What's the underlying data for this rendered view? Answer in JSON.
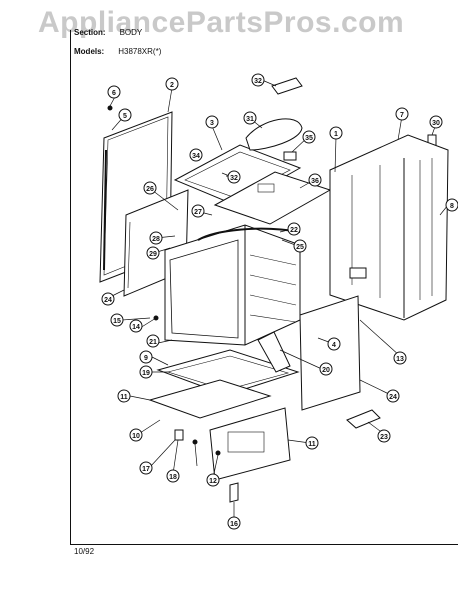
{
  "watermark": "AppliancePartsPros.com",
  "header": {
    "section_label": "Section:",
    "section_value": "BODY",
    "models_label": "Models:",
    "models_value": "H3878XR(*)"
  },
  "footer": {
    "date_code": "10/92"
  },
  "callouts": [
    "1",
    "2",
    "3",
    "4",
    "5",
    "6",
    "7",
    "8",
    "9",
    "10",
    "11",
    "11",
    "12",
    "13",
    "14",
    "15",
    "16",
    "17",
    "18",
    "19",
    "20",
    "21",
    "22",
    "23",
    "24",
    "24",
    "25",
    "26",
    "27",
    "28",
    "29",
    "30",
    "31",
    "32",
    "32",
    "34",
    "35",
    "36"
  ]
}
